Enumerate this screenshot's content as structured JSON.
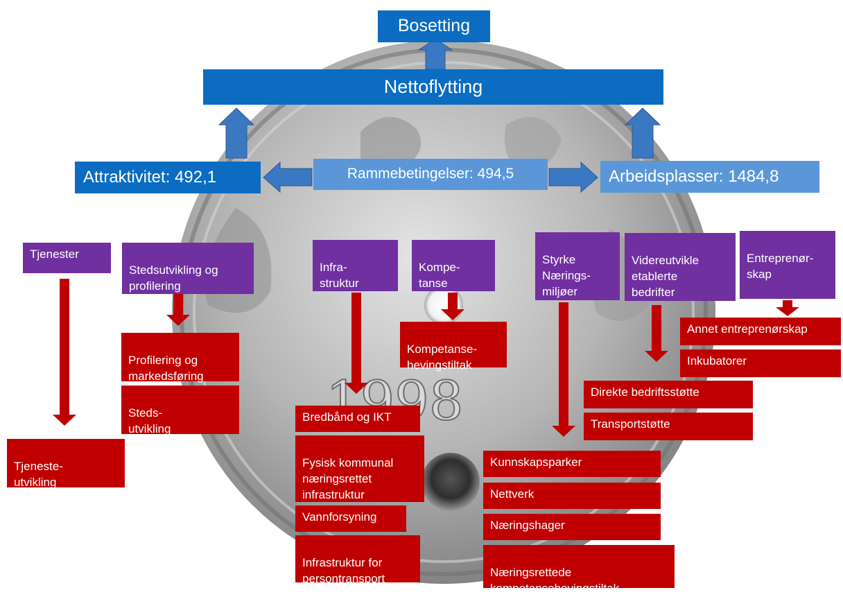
{
  "colors": {
    "dark_blue": "#0b6cc2",
    "light_blue": "#5b97d8",
    "purple": "#7030a0",
    "red": "#c00000",
    "coin": "#8e8e8e"
  },
  "background": {
    "image": "coin",
    "year_text": "1998"
  },
  "top": {
    "bosetting": "Bosetting",
    "nettoflytting": "Nettoflytting"
  },
  "mid": {
    "attraktivitet": "Attraktivitet: 492,1",
    "rammebetingelser": "Rammebetingelser: 494,5",
    "arbeidsplasser": "Arbeidsplasser: 1484,8"
  },
  "categories": {
    "tjenester": "Tjenester",
    "stedsutvikling": "Stedsutvikling og\nprofilering",
    "infrastruktur": "Infra-\nstruktur",
    "kompetanse": "Kompe-\ntanse",
    "styrke": "Styrke\nNærings-\nmiljøer",
    "videreutvikle": "Videreutvikle\netablerte\nbedrifter",
    "entreprenorskap": "Entreprenør-\nskap"
  },
  "measures": {
    "tjenesteutvikling": "Tjeneste-\nutvikling",
    "profilering": "Profilering og\nmarkedsføring",
    "steds_utvikling": "Steds-\nutvikling",
    "bredband": "Bredbånd og IKT",
    "fysisk": "Fysisk kommunal\nnæringsrettet\ninfrastruktur",
    "vannforsyning": "Vannforsyning",
    "persontransport": "Infrastruktur for\npersontransport",
    "kompetansehevingstiltak": "Kompetanse-\nhevingstiltak",
    "kunnskapsparker": "Kunnskapsparker",
    "nettverk": "Nettverk",
    "naeringshager": "Næringshager",
    "naeringsrettede": "Næringsrettede\nkompetansehevingstiltak",
    "direkte": "Direkte bedriftsstøtte",
    "transportstotte": "Transportstøtte",
    "annet": "Annet entreprenørskap",
    "inkubatorer": "Inkubatorer"
  }
}
